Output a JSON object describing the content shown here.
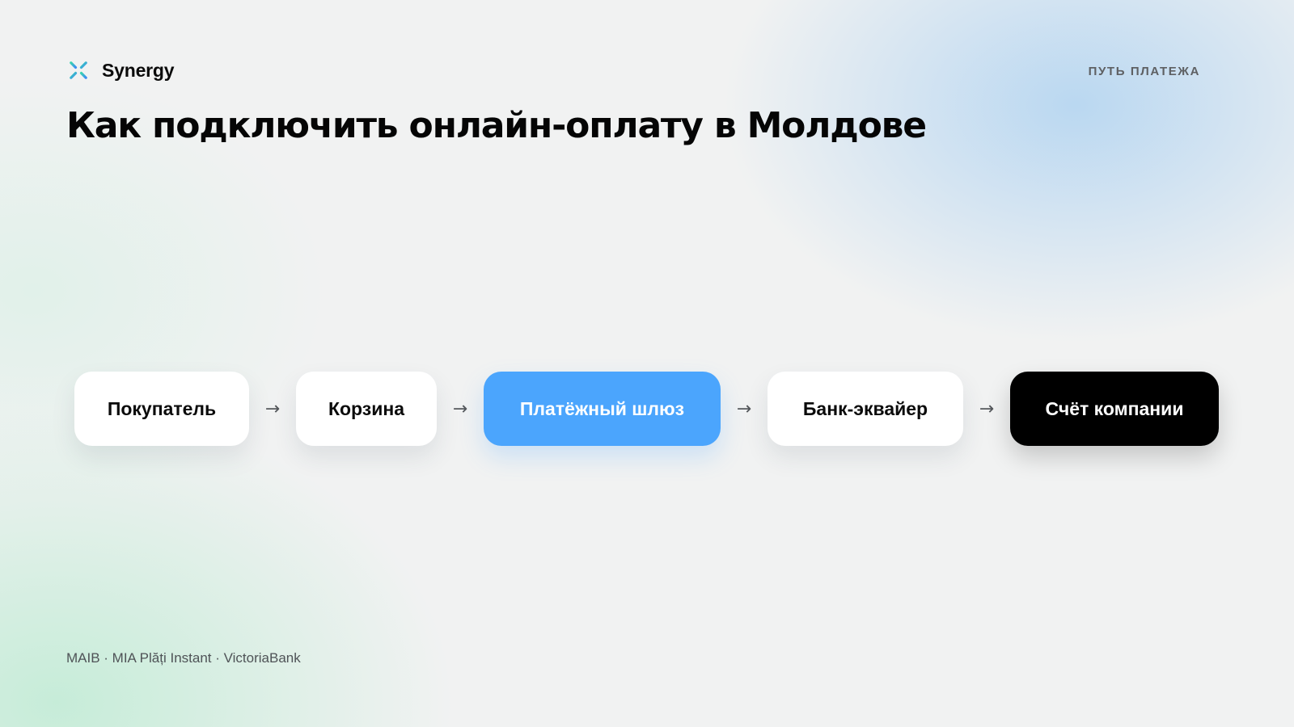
{
  "header": {
    "logo_icon": "asterisk-burst-icon",
    "logo_text": "Synergy",
    "section_label": "ПУТЬ ПЛАТЕЖА",
    "title": "Как подключить онлайн-оплату в Молдове"
  },
  "flow": {
    "arrow_glyph": "→",
    "steps": [
      {
        "label": "Покупатель",
        "style": "default"
      },
      {
        "label": "Корзина",
        "style": "default"
      },
      {
        "label": "Платёжный шлюз",
        "style": "highlight"
      },
      {
        "label": "Банк-эквайер",
        "style": "default"
      },
      {
        "label": "Счёт компании",
        "style": "dark"
      }
    ]
  },
  "footer": {
    "note": "MAIB · MIA Plăți Instant · VictoriaBank"
  },
  "colors": {
    "highlight": "#4ba5fd",
    "dark": "#000000",
    "card": "#ffffff",
    "text": "#0b0b0b",
    "logo_gradient_start": "#39d3b0",
    "logo_gradient_end": "#3b8cf5"
  }
}
